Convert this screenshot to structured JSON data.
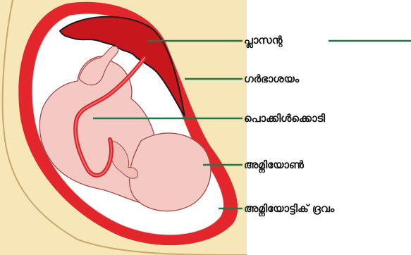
{
  "labels": {
    "placenta": "പ്ലാസന്റ",
    "uterus": "ഗർഭാശയം",
    "umbilical_cord": "പൊക്കിൾക്കൊടി",
    "amnion": "അമ്നിയോൺ",
    "amniotic_fluid": "അമ്നിയോട്ടിക് ദ്രവം"
  },
  "colors": {
    "leader_line": "#1a7a4a",
    "uterus_wall": "#e3262b",
    "placenta": "#c8161d",
    "fetus_skin": "#f4c9c4",
    "fetus_outline": "#a04a4a",
    "amniotic_fluid": "#ffffff",
    "maternal_tissue": "#f7e6b8"
  }
}
